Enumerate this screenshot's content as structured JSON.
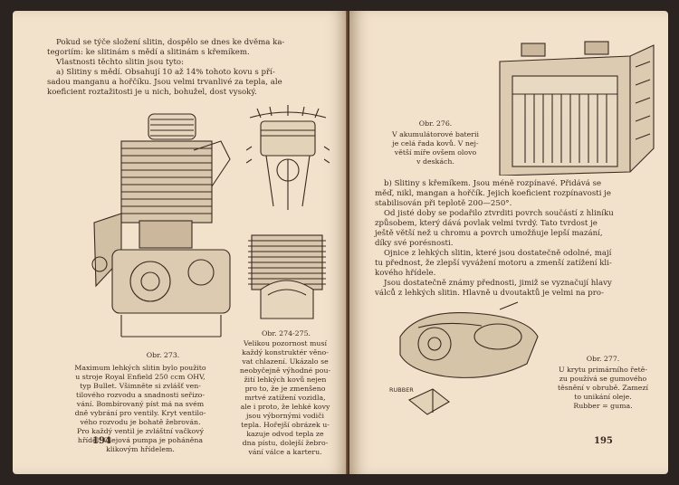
{
  "left_page": {
    "paragraphs": [
      "Pokud se týče složení slitin, dospělo se dnes ke dvěma ka-",
      "tegoriím: ke slitinám s mědí a slitinám s křemíkem.",
      "Vlastnosti těchto slitin jsou tyto:",
      "a) Slitiny s mědí. Obsahují 10 až 14% tohoto kovu s pří-",
      "sadou manganu a hořčíku. Jsou velmi trvanlivé za tepla, ale",
      "koeficient roztažitosti je u nich, bohužel, dost vysoký."
    ],
    "fig273": {
      "label": "Obr. 273.",
      "lines": [
        "Maximum lehkých slitin bylo použito",
        "u stroje Royal Enfield 250 ccm OHV,",
        "typ Bullet. Všimněte si zvlášť ven-",
        "tilového rozvodu a snadnosti seřizo-",
        "vání. Bombírovaný píst má na svém",
        "dně vybrání pro ventily. Kryt ventilo-",
        "vého rozvodu je bohatě žebrován.",
        "Pro každý ventil je zvláštní vačkový",
        "hřídel. Olejová pumpa je poháněna",
        "klikovým hřídelem."
      ]
    },
    "fig274": {
      "label": "Obr. 274-275.",
      "lines": [
        "Velikou pozornost musí",
        "každý konstruktér věno-",
        "vat chlazení. Ukázalo se",
        "neobyčejně výhodné pou-",
        "žití lehkých kovů nejen",
        "pro to, že je zmenšeno",
        "mrtvé zatížení vozidla,",
        "ale i proto, že lehké kovy",
        "jsou výbornými vodiči",
        "tepla. Hořejší obrázek u-",
        "kazuje odvod tepla ze",
        "dna pístu, dolejší žebro-",
        "vání válce a karteru."
      ]
    },
    "page_number": "194"
  },
  "right_page": {
    "fig276": {
      "label": "Obr. 276.",
      "lines": [
        "V akumulátorové baterii",
        "je celá řada kovů. V nej-",
        "větší míře ovšem olovo",
        "v deskách."
      ]
    },
    "paragraphs": [
      "b) Slitiny s křemíkem. Jsou méně rozpínavé. Přidává se",
      "měď, nikl, mangan a hořčík. Jejich koeficient rozpínavosti je",
      "stabilisován při teplotě 200—250°.",
      "Od jisté doby se podařilo ztvrditi povrch součástí z hliníku",
      "způsobem, který dává povlak velmi tvrdý. Tato tvrdost je",
      "ještě větší než u chromu a povrch umožňuje lepší mazání,",
      "díky své porésnosti.",
      "Ojnice z lehkých slitin, které jsou dostatečně odolné, mají",
      "tu přednost, že zlepší vyvážení motoru a zmenší zatížení kli-",
      "kového hřídele.",
      "Jsou dostatečně známy přednosti, jimiž se vyznačují hlavy",
      "válců z lehkých slitin. Hlavně u dvoutaktů je velmi na pro-"
    ],
    "fig277": {
      "label": "Obr. 277.",
      "lines": [
        "U krytu primárního řetě-",
        "zu používá se gumového",
        "těsnění v obrubě. Zamezí",
        "to unikání oleje.",
        "Rubber = guma."
      ],
      "rubber_tag": "RUBBER"
    },
    "page_number": "195"
  }
}
